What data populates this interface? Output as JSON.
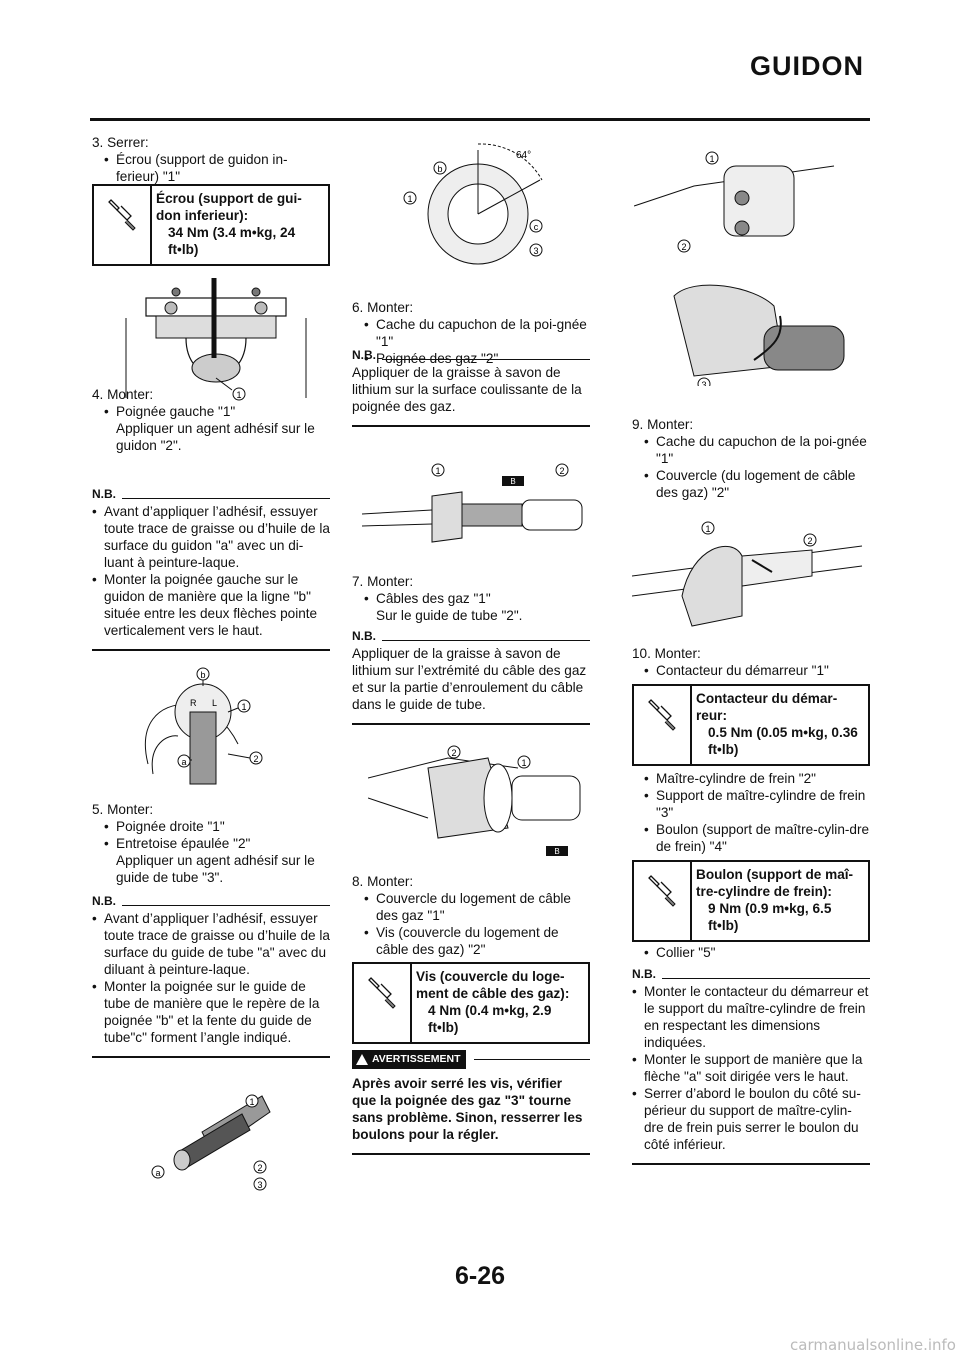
{
  "header": {
    "title": "GUIDON"
  },
  "page_number": "6-26",
  "watermark": "carmanualsonline.info",
  "col1": {
    "step3": {
      "title": "3.  Serrer:",
      "items": [
        "Écrou (support de guidon in-ferieur) \"1\""
      ]
    },
    "spec1": {
      "label": "Écrou (support de gui-don inferieur):",
      "value": "34 Nm (3.4 m•kg, 24 ft•lb)"
    },
    "step4": {
      "title": "4.  Monter:",
      "item": "Poignée gauche \"1\"",
      "sub": "Appliquer un agent adhésif sur le guidon \"2\"."
    },
    "nb1": {
      "label": "N.B.",
      "items": [
        "Avant d’appliquer l’adhésif, essuyer toute trace de graisse ou d’huile de la surface du guidon \"a\" avec un di-luant à peinture-laque.",
        "Monter la poignée gauche sur le guidon de manière que la ligne \"b\" située entre les deux flèches pointe verticalement vers le haut."
      ]
    },
    "step5": {
      "title": "5.  Monter:",
      "items": [
        "Poignée droite \"1\"",
        "Entretoise épaulée \"2\""
      ],
      "sub": "Appliquer un agent adhésif sur le guide de tube \"3\"."
    },
    "nb2": {
      "label": "N.B.",
      "items": [
        "Avant d’appliquer l’adhésif, essuyer toute trace de graisse ou d’huile de la surface du guide de tube \"a\" avec du diluant à peinture-laque.",
        "Monter la poignée sur le guide de tube de manière que le repère de la poignée \"b\" et la fente du guide de tube\"c\" forment l’angle indiqué."
      ]
    }
  },
  "col2": {
    "step6": {
      "title": "6.  Monter:",
      "items": [
        "Cache du capuchon de la poi-gnée \"1\"",
        "Poignée des gaz \"2\""
      ]
    },
    "nb3": {
      "label": "N.B.",
      "text": "Appliquer de la graisse à savon de lithium sur la surface coulissante de la poignée des gaz."
    },
    "step7": {
      "title": "7.  Monter:",
      "item": "Câbles des gaz \"1\"",
      "sub": "Sur le guide de tube \"2\"."
    },
    "nb4": {
      "label": "N.B.",
      "text": "Appliquer de la graisse à savon de lithium sur l’extrémité du câble des gaz et sur la partie d’enroulement du câble dans le guide de tube."
    },
    "step8": {
      "title": "8.  Monter:",
      "items": [
        "Couvercle du logement de câble des gaz \"1\"",
        "Vis (couvercle du logement de câble des gaz) \"2\""
      ]
    },
    "spec2": {
      "label": "Vis (couvercle du loge-ment de câble des gaz):",
      "value": "4 Nm (0.4 m•kg, 2.9 ft•lb)"
    },
    "warning": {
      "label": "AVERTISSEMENT",
      "text": "Après avoir serré les vis, vérifier que la poignée des gaz \"3\" tourne sans problème. Sinon, resserrer les boulons pour la régler."
    }
  },
  "col3": {
    "step9": {
      "title": "9.  Monter:",
      "items": [
        "Cache du capuchon de la poi-gnée \"1\"",
        "Couvercle (du logement de câble des gaz) \"2\""
      ]
    },
    "step10": {
      "title": "10. Monter:",
      "items": [
        "Contacteur du démarreur \"1\""
      ]
    },
    "spec3": {
      "label": "Contacteur du démar-reur:",
      "value": "0.5 Nm (0.05 m•kg, 0.36 ft•lb)"
    },
    "step10b": {
      "items": [
        "Maître-cylindre de frein \"2\"",
        "Support de maître-cylindre de frein \"3\"",
        "Boulon (support de maître-cylin-dre de frein) \"4\""
      ]
    },
    "spec4": {
      "label": "Boulon (support de maî-tre-cylindre de frein):",
      "value": "9 Nm (0.9 m•kg, 6.5 ft•lb)"
    },
    "step10c": {
      "items": [
        "Collier \"5\""
      ]
    },
    "nb5": {
      "label": "N.B.",
      "items": [
        "Monter le contacteur du démarreur et le support du maître-cylindre de frein en respectant les dimensions indiquées.",
        "Monter le support de manière que la flèche \"a\" soit dirigée vers le haut.",
        "Serrer d’abord le boulon du côté su-périeur du support de maître-cylin-dre de frein puis serrer le boulon du côté inférieur."
      ]
    }
  },
  "figures": {
    "angle_label": "64°",
    "callout_1": "1",
    "callout_2": "2",
    "callout_3": "3",
    "callout_a": "a",
    "callout_b": "b",
    "callout_c": "c",
    "grease_mark": "B",
    "grip_r": "R",
    "grip_l": "L"
  }
}
